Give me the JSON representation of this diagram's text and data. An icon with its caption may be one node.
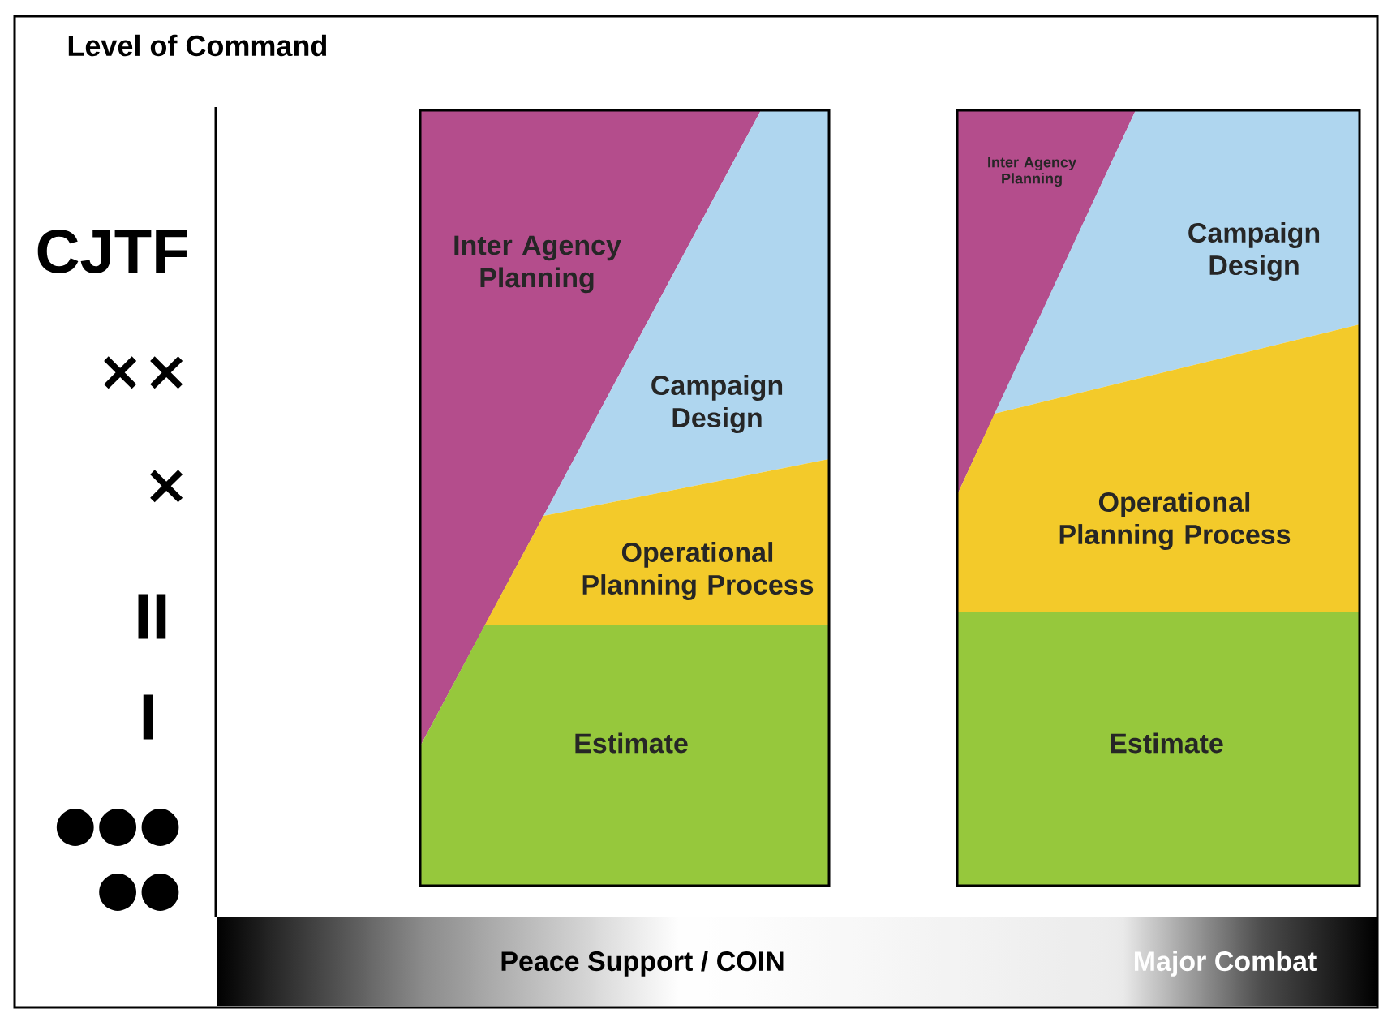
{
  "diagram": {
    "nodes": [
      {
        "text": [],
        "shape": "box"
      },
      {
        "text": [
          "Inter Agency Planning"
        ],
        "in": 0
      },
      {
        "text": [
          "Campaign Design"
        ],
        "in": 0
      },
      {
        "text": [
          "Operational Planning Process"
        ],
        "in": 0
      },
      {
        "text": [
          "Estimate"
        ],
        "in": 0
      },
      {
        "text": [],
        "shape": "box"
      },
      {
        "text": [
          "Inter Agency Planning"
        ],
        "in": 5
      },
      {
        "text": [
          "Campaign Design"
        ],
        "in": 5
      },
      {
        "text": [
          "Operational Planning Process"
        ],
        "in": 5
      },
      {
        "text": [
          "Estimate"
        ],
        "in": 5
      }
    ],
    "labels": [
      "Level of Command",
      "CJTF",
      "××",
      "×",
      "II",
      "I",
      "●●●",
      "●●",
      "Peace Support / COIN",
      "Major Combat"
    ]
  }
}
